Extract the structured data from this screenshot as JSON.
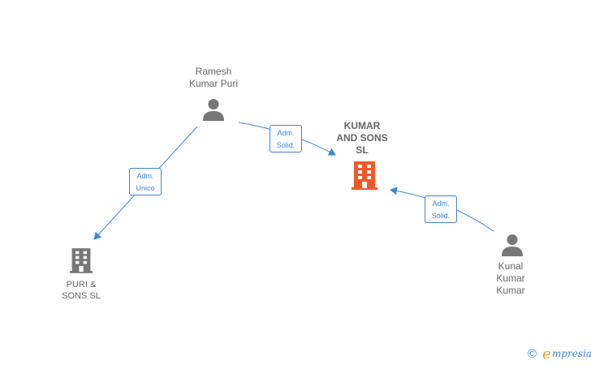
{
  "nodes": {
    "ramesh": {
      "label": "Ramesh\nKumar Puri",
      "kind": "person"
    },
    "kumar_sons": {
      "label": "KUMAR\nAND SONS\nSL",
      "kind": "company-main"
    },
    "puri_sons": {
      "label": "PURI &\nSONS  SL",
      "kind": "company"
    },
    "kunal": {
      "label": "Kunal\nKumar\nKumar",
      "kind": "person"
    }
  },
  "edges": [
    {
      "from": "ramesh",
      "to": "puri_sons",
      "label_line1": "Adm.",
      "label_line2": "Unico"
    },
    {
      "from": "ramesh",
      "to": "kumar_sons",
      "label_line1": "Adm.",
      "label_line2": "Solid."
    },
    {
      "from": "kunal",
      "to": "kumar_sons",
      "label_line1": "Adm.",
      "label_line2": "Solid."
    }
  ],
  "brand": {
    "copyright_symbol": "©",
    "initial": "e",
    "name": "mpresia"
  },
  "colors": {
    "person": "#777777",
    "company": "#777777",
    "company_main": "#f05a28",
    "edge": "#3a86d8"
  }
}
